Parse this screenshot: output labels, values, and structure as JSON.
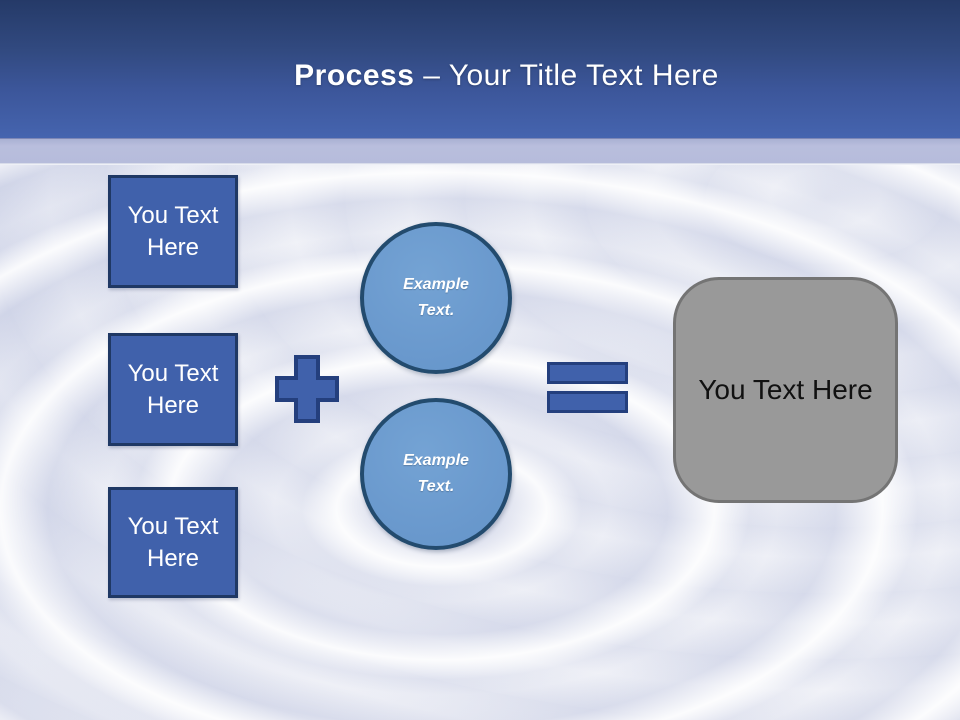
{
  "slide": {
    "title": {
      "emphasis": "Process",
      "separator": " – ",
      "text": "Your Title Text Here"
    },
    "input_boxes": [
      {
        "label": "You Text Here"
      },
      {
        "label": "You Text Here"
      },
      {
        "label": "You Text Here"
      }
    ],
    "circles": [
      {
        "label": "Example Text."
      },
      {
        "label": "Example Text."
      }
    ],
    "operators": {
      "plus": "plus-sign",
      "equals": "equals-sign"
    },
    "result_box": {
      "label": "You Text Here"
    },
    "colors": {
      "header_top": "#253a68",
      "header_bottom": "#4564af",
      "accent_band": "#b6bcdb",
      "shape_blue": "#4061ab",
      "shape_border": "#1f3864",
      "circle_fill": "#6b9ace",
      "circle_border": "#234b6e",
      "result_fill": "#999999",
      "result_border": "#747474",
      "title_text": "#ffffff",
      "body_background": "#eef0f6"
    }
  }
}
